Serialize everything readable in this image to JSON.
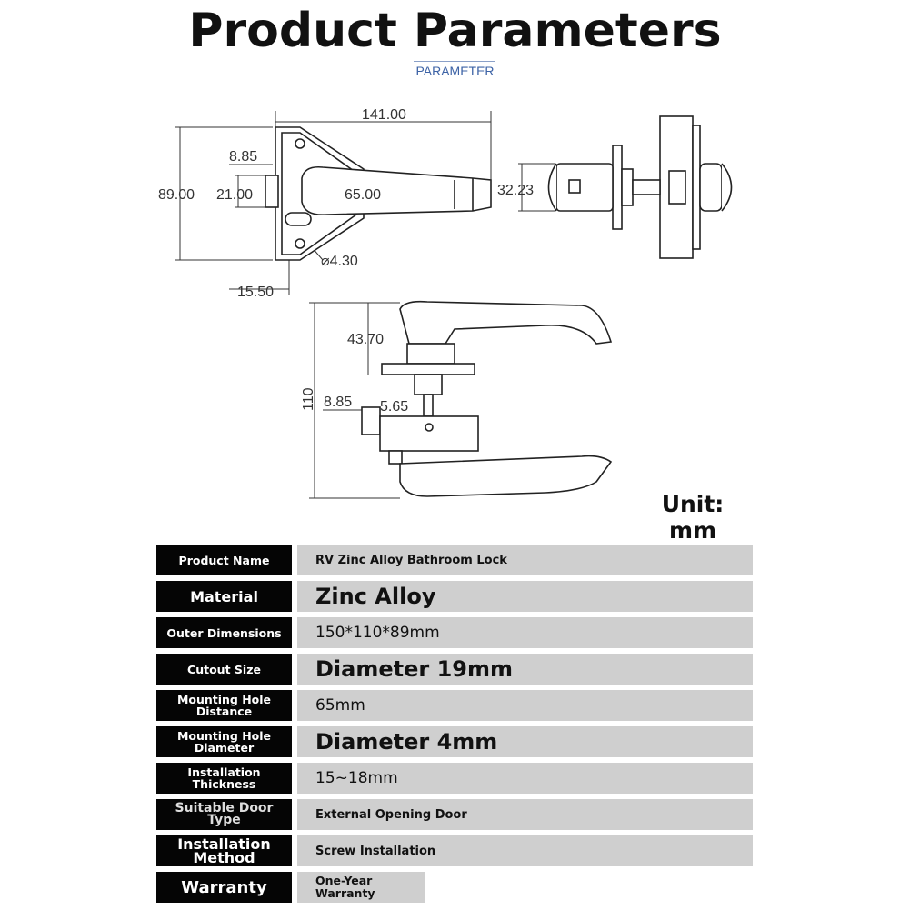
{
  "header": {
    "title": "Product Parameters",
    "subtitle": "PARAMETER"
  },
  "drawing": {
    "dims": {
      "width_141": "141.00",
      "d_8_85_top": "8.85",
      "height_89": "89.00",
      "d_21": "21.00",
      "d_65": "65.00",
      "hole": "⌀4.30",
      "d_15_50": "15.50",
      "d_32_23": "32.23",
      "d_43_70": "43.70",
      "d_110": "110",
      "d_8_85_side": "8.85",
      "d_5_65": "5.65"
    }
  },
  "unit": {
    "line1": "Unit:",
    "line2": "mm"
  },
  "specs": [
    {
      "label": "Product Name",
      "value": "RV Zinc Alloy Bathroom Lock"
    },
    {
      "label": "Material",
      "value": "Zinc Alloy"
    },
    {
      "label": "Outer Dimensions",
      "value": "150*110*89mm"
    },
    {
      "label": "Cutout Size",
      "value": "Diameter 19mm"
    },
    {
      "label": "Mounting Hole Distance",
      "value": "65mm"
    },
    {
      "label": "Mounting Hole Diameter",
      "value": "Diameter 4mm"
    },
    {
      "label": "Installation Thickness",
      "value": "15~18mm"
    },
    {
      "label": "Suitable Door Type",
      "value": "External Opening Door"
    },
    {
      "label": "Installation Method",
      "value": "Screw Installation"
    },
    {
      "label": "Warranty",
      "value": "One-Year Warranty"
    }
  ]
}
